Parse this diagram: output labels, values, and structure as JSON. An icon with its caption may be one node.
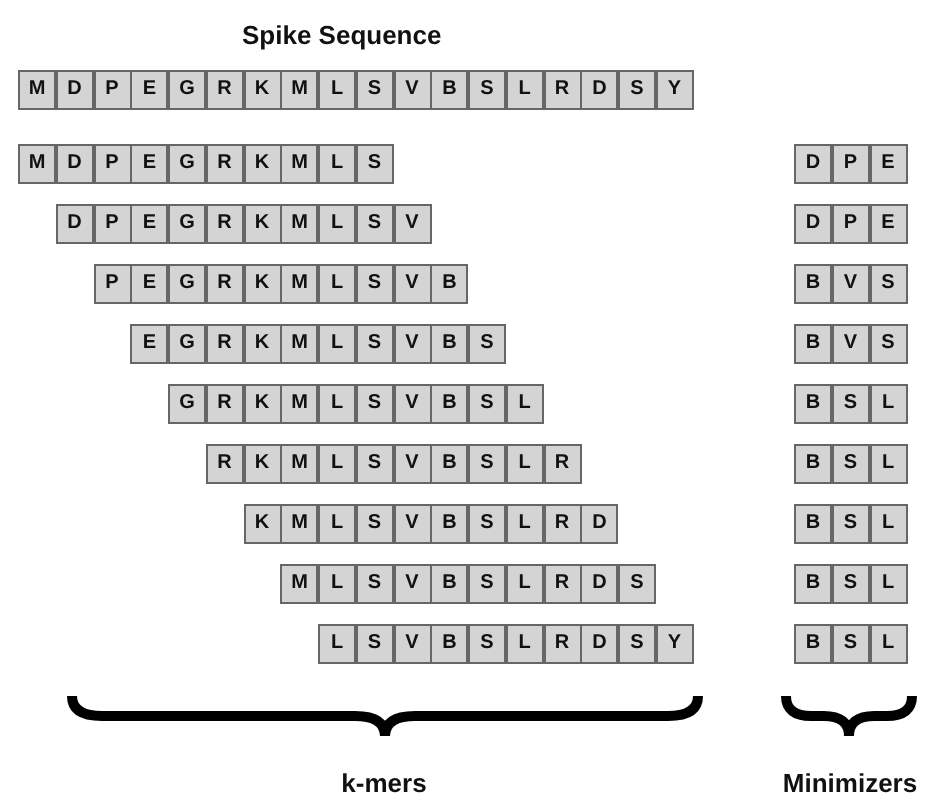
{
  "diagram": {
    "title": "Spike Sequence",
    "labels": [
      "M",
      "D",
      "P",
      "E",
      "G",
      "R",
      "K",
      "M",
      "L",
      "S",
      "V",
      "B",
      "S",
      "L",
      "R",
      "D",
      "S",
      "Y",
      "M",
      "D",
      "P",
      "E",
      "G",
      "R",
      "K",
      "M",
      "L",
      "S",
      "D",
      "P",
      "E",
      "D",
      "P",
      "E",
      "G",
      "R",
      "K",
      "M",
      "L",
      "S",
      "V",
      "D",
      "P",
      "E",
      "P",
      "E",
      "G",
      "R",
      "K",
      "M",
      "L",
      "S",
      "V",
      "B",
      "B",
      "V",
      "S",
      "E",
      "G",
      "R",
      "K",
      "M",
      "L",
      "S",
      "V",
      "B",
      "S",
      "B",
      "V",
      "S",
      "G",
      "R",
      "K",
      "M",
      "L",
      "S",
      "V",
      "B",
      "S",
      "L",
      "B",
      "S",
      "L",
      "R",
      "K",
      "M",
      "L",
      "S",
      "V",
      "B",
      "S",
      "L",
      "R",
      "B",
      "S",
      "L",
      "K",
      "M",
      "L",
      "S",
      "V",
      "B",
      "S",
      "L",
      "R",
      "D",
      "B",
      "S",
      "L",
      "M",
      "L",
      "S",
      "V",
      "B",
      "S",
      "L",
      "R",
      "D",
      "S",
      "B",
      "S",
      "L",
      "L",
      "S",
      "V",
      "B",
      "S",
      "L",
      "R",
      "D",
      "S",
      "Y",
      "B",
      "S",
      "L",
      "k-mers",
      "Minimizers"
    ]
  }
}
